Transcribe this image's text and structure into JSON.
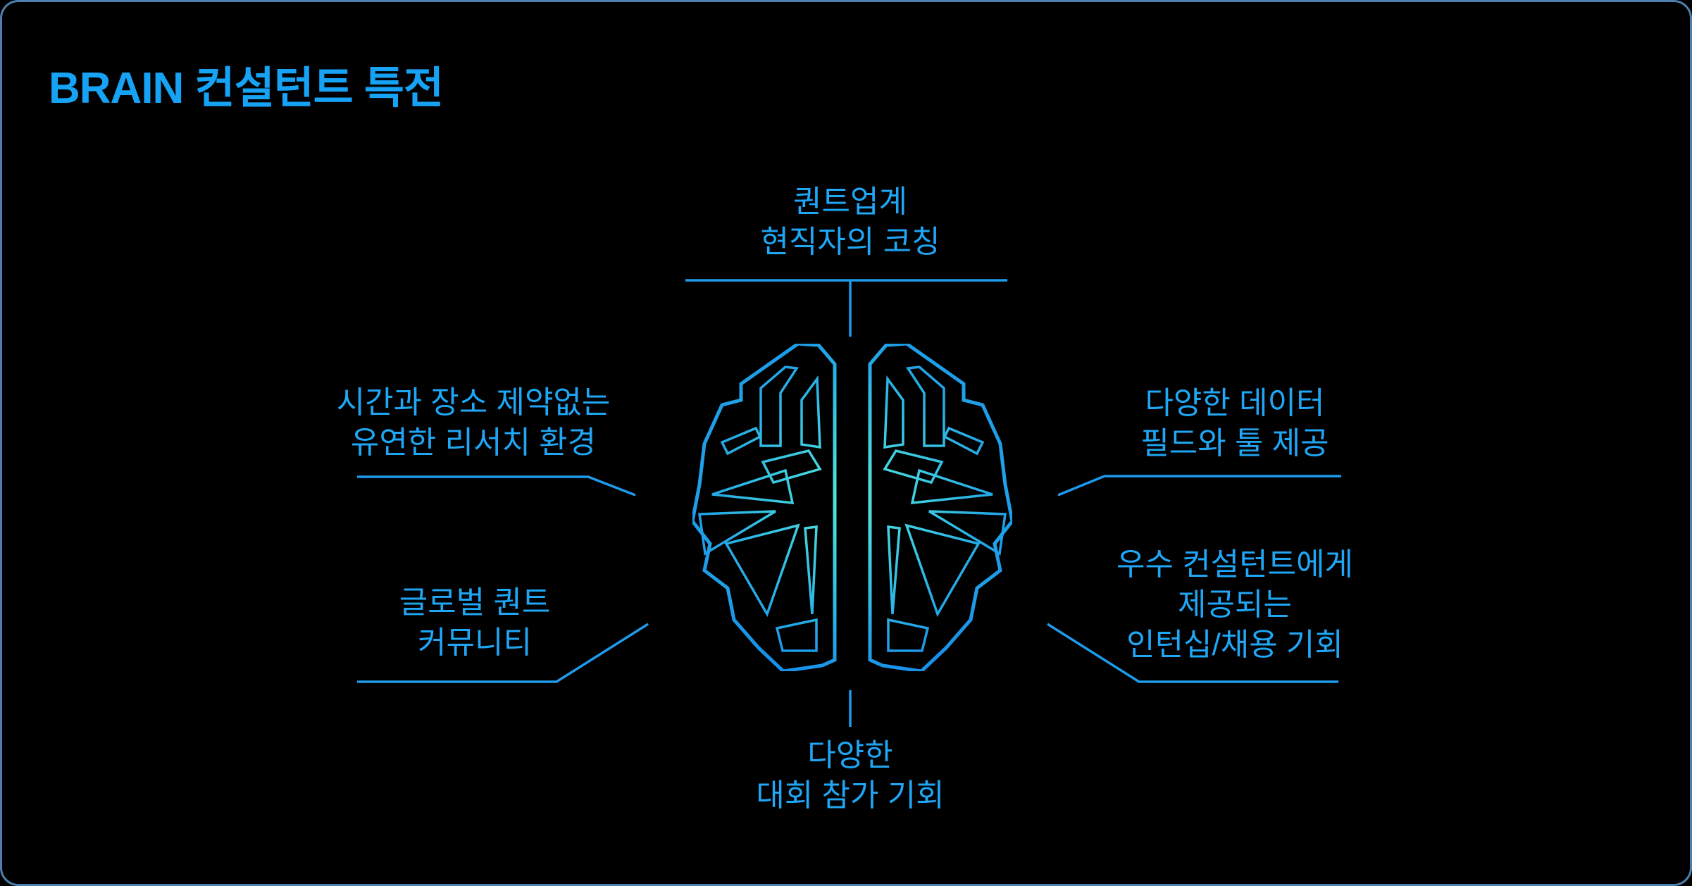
{
  "title": "BRAIN 컨설턴트 특전",
  "colors": {
    "background": "#000000",
    "accent_text": "#1fa6f5",
    "connector_line": "#1e9beb",
    "brain_gradient_outer": "#1792ea",
    "brain_gradient_inner": "#55e8d8",
    "frame_border": "#5a96cd"
  },
  "diagram": {
    "center_icon": "brain-icon",
    "benefits": {
      "top": "퀀트업계\n현직자의 코칭",
      "left_upper": "시간과 장소 제약없는\n유연한 리서치 환경",
      "left_lower": "글로벌 퀀트\n커뮤니티",
      "right_upper": "다양한 데이터\n필드와 툴 제공",
      "right_lower": "우수 컨설턴트에게\n제공되는\n인턴십/채용 기회",
      "bottom": "다양한\n대회 참가 기회"
    }
  }
}
